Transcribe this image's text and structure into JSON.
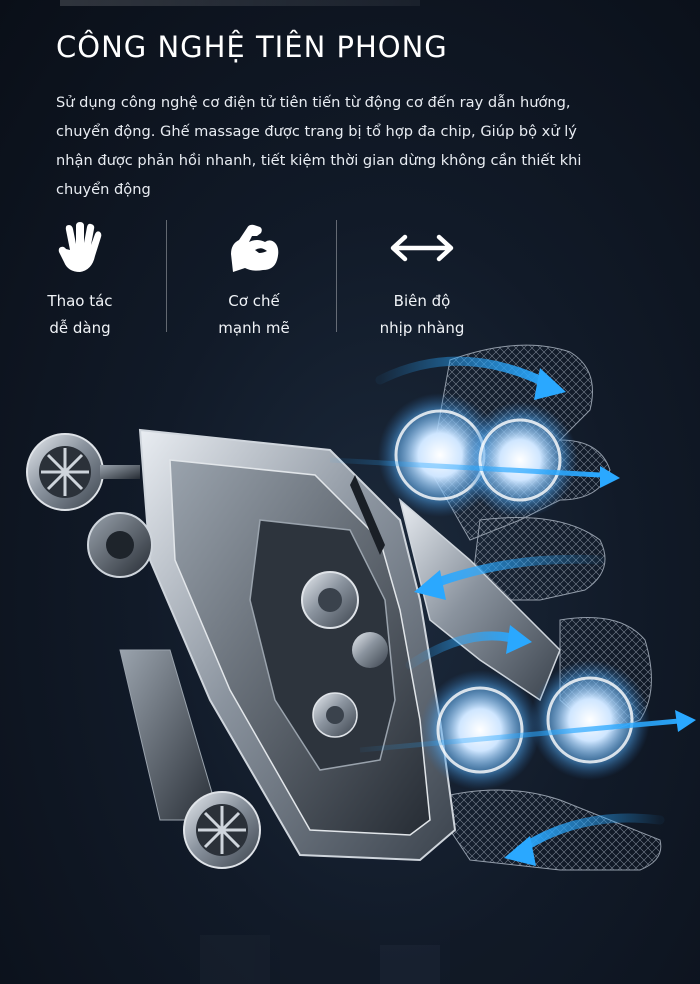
{
  "header": {
    "title": "CÔNG NGHỆ TIÊN PHONG",
    "description_lines": [
      "Sử dụng công nghệ cơ điện tử tiên tiến từ động cơ  đến ray dẫn hướng,",
      "chuyển động. Ghế massage được trang bị tổ hợp đa chip, Giúp bộ xử lý",
      "nhận được phản hồi nhanh, tiết kiệm thời gian dừng không cần thiết khi",
      "chuyển động"
    ]
  },
  "features": [
    {
      "icon": "hand-icon",
      "line1": "Thao tác",
      "line2": "dễ dàng"
    },
    {
      "icon": "muscle-arm-icon",
      "line1": "Cơ chế",
      "line2": "mạnh mẽ"
    },
    {
      "icon": "double-arrow-icon",
      "line1": "Biên độ",
      "line2": "nhịp nhàng"
    }
  ],
  "colors": {
    "background": "#0d1420",
    "accent_blue": "#2aa8ff",
    "text": "#ffffff"
  }
}
